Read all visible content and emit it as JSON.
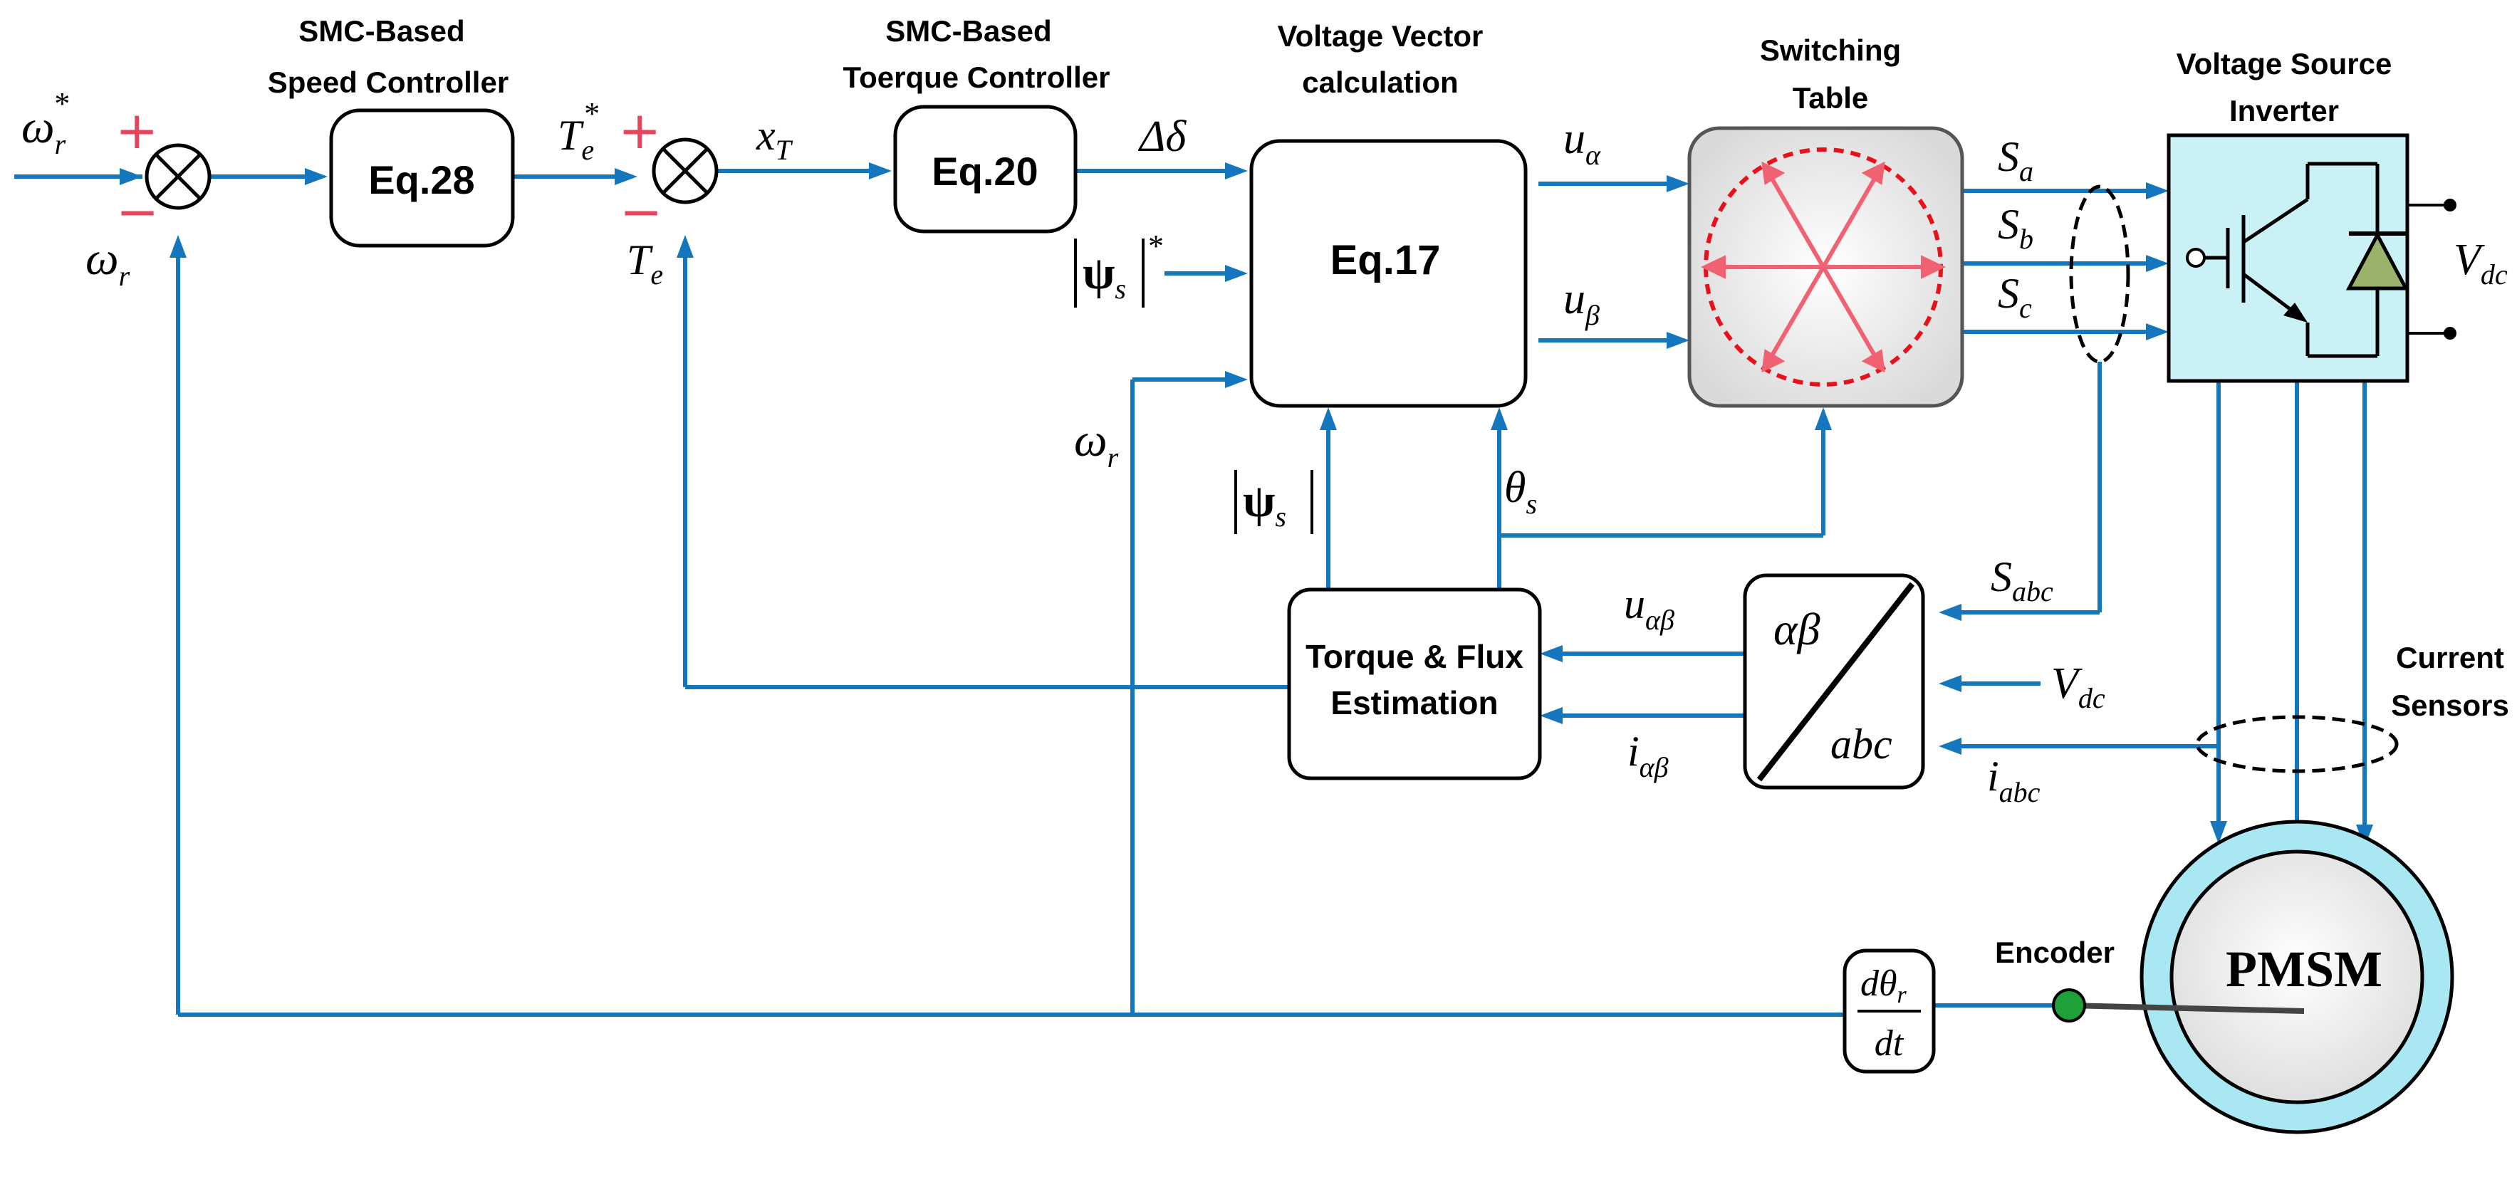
{
  "titles": {
    "speed_ctrl_1": "SMC-Based",
    "speed_ctrl_2": "Speed Controller",
    "torque_ctrl_1": "SMC-Based",
    "torque_ctrl_2": "Toerque Controller",
    "vv_calc_1": "Voltage Vector",
    "vv_calc_2": "calculation",
    "switch_table_1": "Switching",
    "switch_table_2": "Table",
    "vsi_1": "Voltage Source",
    "vsi_2": "Inverter",
    "current_sensors_1": "Current",
    "current_sensors_2": "Sensors",
    "encoder": "Encoder"
  },
  "blocks": {
    "eq28": "Eq.28",
    "eq20": "Eq.20",
    "eq17": "Eq.17",
    "estimator_1": "Torque & Flux",
    "estimator_2": "Estimation",
    "pmsm": "PMSM",
    "transform_top": "αβ",
    "transform_bottom": "abc"
  },
  "signals": {
    "omega": "ω",
    "r": "r",
    "star": "*",
    "T": "T",
    "e": "e",
    "x": "x",
    "delta_delta": "Δδ",
    "u": "u",
    "alpha": "α",
    "beta": "β",
    "psi": "ψ",
    "s": "s",
    "theta": "θ",
    "S": "S",
    "a": "a",
    "b": "b",
    "c": "c",
    "abc": "abc",
    "V": "V",
    "dc": "dc",
    "i": "i",
    "alphabeta": "αβ",
    "d": "d",
    "dt": "dt"
  },
  "signs": {
    "plus": "+",
    "minus": "−"
  },
  "colors": {
    "wire": "#1477bd",
    "sign": "#e8455c",
    "vector": "#f06272",
    "inverter_fill": "#c9f1f6",
    "diode_fill": "#9ab26a",
    "motor_ring": "#a9e8f2",
    "encoder": "#1fa13a"
  }
}
